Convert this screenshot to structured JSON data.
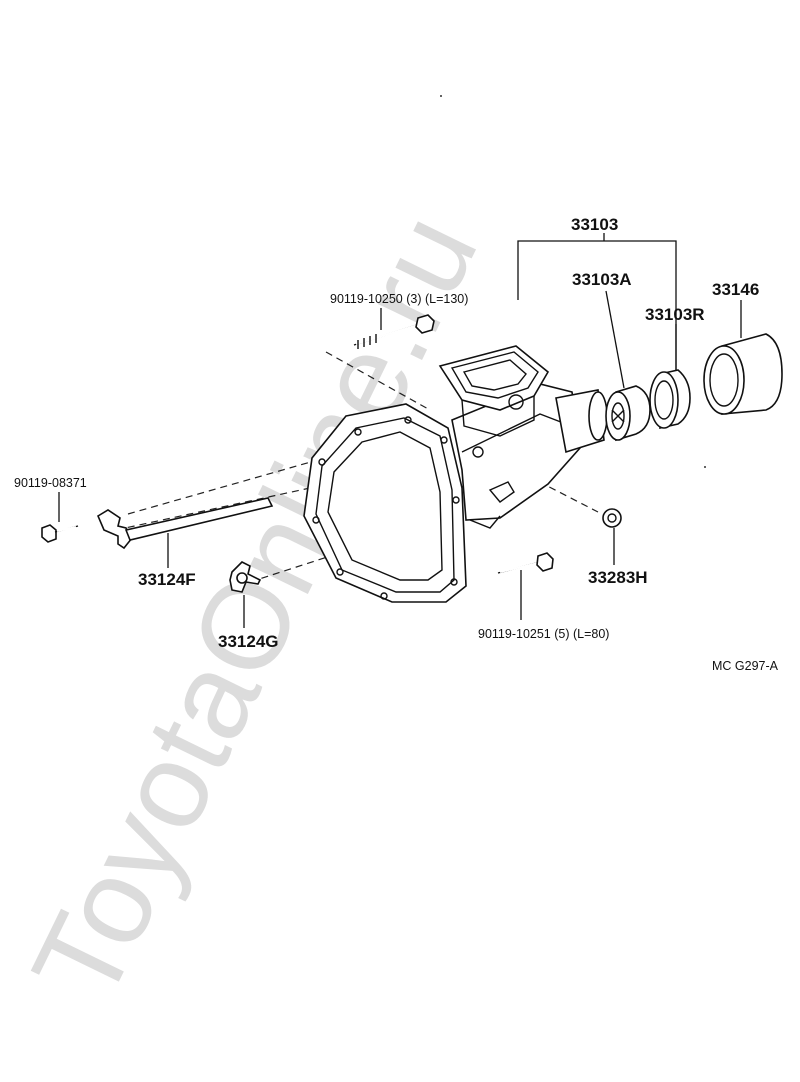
{
  "watermark": "ToyotaOnline.ru",
  "diagram_code": "MC G297-A",
  "labels": {
    "assy": "33103",
    "part_a": "33103A",
    "part_r": "33103R",
    "cover": "33146",
    "bolt_long": "90119-10250 (3) (L=130)",
    "bolt_small": "90119-08371",
    "bracket_f": "33124F",
    "bracket_g": "33124G",
    "bolt_short": "90119-10251 (5) (L=80)",
    "plug": "33283H"
  }
}
